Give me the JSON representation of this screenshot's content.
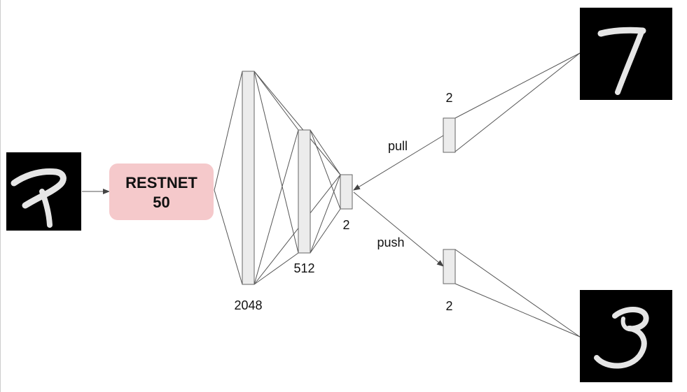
{
  "model_box": {
    "line1": "RESTNET",
    "line2": "50",
    "fill_color": "#f5c9cb"
  },
  "layers": [
    {
      "label": "2048"
    },
    {
      "label": "512"
    },
    {
      "label": "2"
    }
  ],
  "pull": {
    "label": "pull",
    "embedding_label": "2"
  },
  "push": {
    "label": "push",
    "embedding_label": "2"
  },
  "images": {
    "input": "handwritten-digit-7-image",
    "positive": "handwritten-digit-7-image",
    "negative": "handwritten-digit-3-image"
  }
}
